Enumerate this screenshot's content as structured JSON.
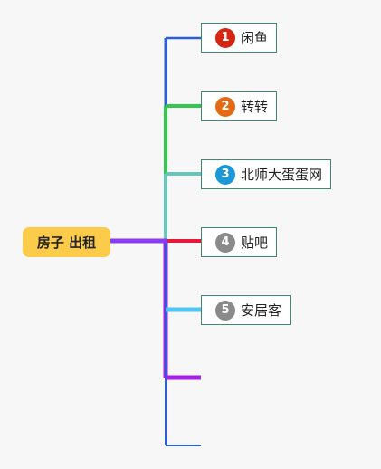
{
  "root": {
    "label": "房子 出租"
  },
  "nodes": [
    {
      "number": "1",
      "label": "闲鱼",
      "badge_color": "#d52513",
      "line_color": "#2b5fd9"
    },
    {
      "number": "2",
      "label": "转转",
      "badge_color": "#e26a15",
      "line_color": "#35c64f"
    },
    {
      "number": "3",
      "label": "北师大蛋蛋网",
      "badge_color": "#1c98d6",
      "line_color": "#69c5b8"
    },
    {
      "number": "4",
      "label": "贴吧",
      "badge_color": "#8a8a8a",
      "line_color": "#e8183a"
    },
    {
      "number": "5",
      "label": "安居客",
      "badge_color": "#8a8a8a",
      "line_color": "#4fc6f4"
    }
  ],
  "empty_branches": [
    {
      "line_color": "#a31ee6"
    },
    {
      "line_color": "#2b5fd9"
    }
  ],
  "colors": {
    "root_fill": "#fccb4a",
    "node_border": "#3f8a71",
    "connector": "#8c3cf5"
  }
}
